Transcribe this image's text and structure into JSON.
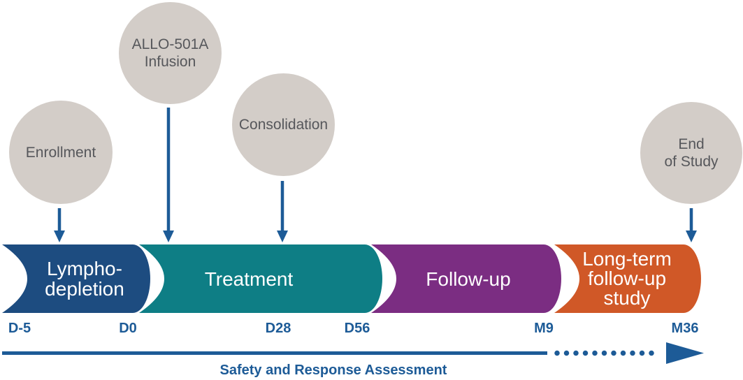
{
  "colors": {
    "background": "#ffffff",
    "phase_blue": "#1d4c80",
    "phase_teal": "#0e7e85",
    "phase_purple": "#7b2d82",
    "phase_orange": "#d05827",
    "circle_fill": "#d3cdc8",
    "circle_text": "#56575b",
    "accent_blue": "#1d5b97",
    "phase_text": "#ffffff"
  },
  "milestones": [
    {
      "name": "enrollment",
      "lines": [
        "Enrollment"
      ]
    },
    {
      "name": "allo-501a-infusion",
      "lines": [
        "ALLO-501A",
        "Infusion"
      ]
    },
    {
      "name": "consolidation",
      "lines": [
        "Consolidation"
      ]
    },
    {
      "name": "end-of-study",
      "lines": [
        "End",
        "of Study"
      ]
    }
  ],
  "phases": [
    {
      "name": "lympho-depletion",
      "lines": [
        "Lympho-",
        "depletion"
      ],
      "color": "#1d4c80"
    },
    {
      "name": "treatment",
      "lines": [
        "Treatment"
      ],
      "color": "#0e7e85"
    },
    {
      "name": "follow-up",
      "lines": [
        "Follow-up"
      ],
      "color": "#7b2d82"
    },
    {
      "name": "long-term-follow-up-study",
      "lines": [
        "Long-term",
        "follow-up",
        "study"
      ],
      "color": "#d05827"
    }
  ],
  "timepoints": [
    "D-5",
    "D0",
    "D28",
    "D56",
    "M9",
    "M36"
  ],
  "assessment": {
    "label": "Safety and Response Assessment"
  }
}
